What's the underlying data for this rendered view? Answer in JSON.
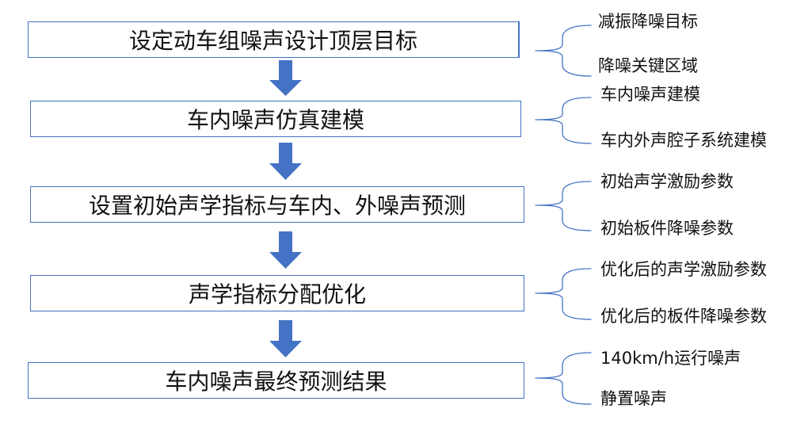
{
  "steps": [
    {
      "label": "设定动车组噪声设计顶层目标",
      "notes": [
        "减振降噪目标",
        "降噪关键区域"
      ]
    },
    {
      "label": "车内噪声仿真建模",
      "notes": [
        "车内噪声建模",
        "车内外声腔子系统建模"
      ]
    },
    {
      "label": "设置初始声学指标与车内、外噪声预测",
      "notes": [
        "初始声学激励参数",
        "初始板件降噪参数"
      ]
    },
    {
      "label": "声学指标分配优化",
      "notes": [
        "优化后的声学激励参数",
        "优化后的板件降噪参数"
      ]
    },
    {
      "label": "车内噪声最终预测结果",
      "notes": [
        "140km/h运行噪声",
        "静置噪声"
      ]
    }
  ],
  "colors": {
    "box_border": "#4472C4",
    "arrow_fill": "#4472C4",
    "bracket": "#4472C4",
    "text": "#111111"
  }
}
